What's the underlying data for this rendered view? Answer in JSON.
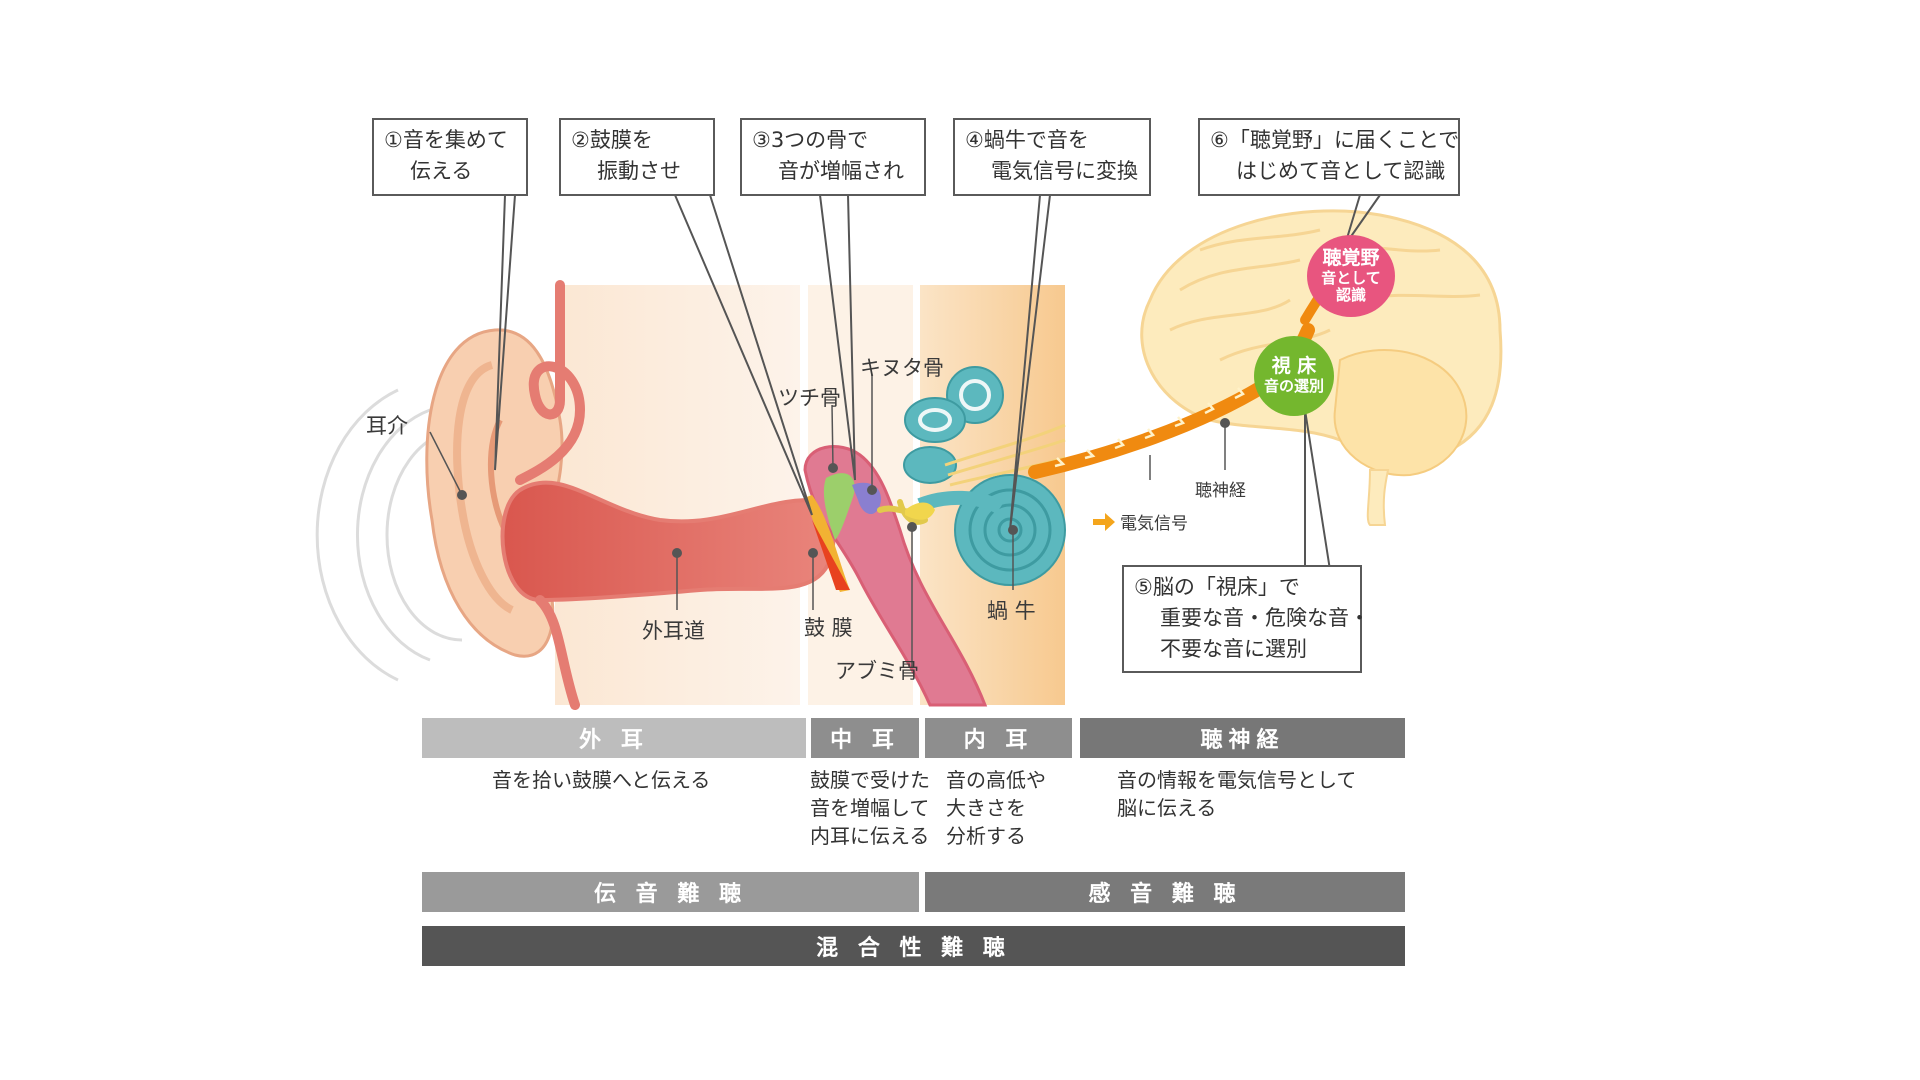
{
  "callouts": {
    "c1": {
      "line1": "①音を集めて",
      "line2": "伝える"
    },
    "c2": {
      "line1": "②鼓膜を",
      "line2": "振動させ"
    },
    "c3": {
      "line1": "③3つの骨で",
      "line2": "音が増幅され"
    },
    "c4": {
      "line1": "④蝸牛で音を",
      "line2": "電気信号に変換"
    },
    "c5": {
      "line1": "⑤脳の「視床」で",
      "line2": "重要な音・危険な音・",
      "line3": "不要な音に選別"
    },
    "c6": {
      "line1": "⑥「聴覚野」に届くことで",
      "line2": "はじめて音として認識"
    }
  },
  "labels": {
    "auricle": "耳介",
    "ear_canal": "外耳道",
    "eardrum": "鼓 膜",
    "malleus": "ツチ骨",
    "incus": "キヌタ骨",
    "stapes": "アブミ骨",
    "cochlea": "蝸 牛",
    "auditory_nerve": "聴神経",
    "electric_signal": "電気信号"
  },
  "brain": {
    "auditory_cortex": {
      "line1": "聴覚野",
      "line2": "音として",
      "line3": "認識"
    },
    "thalamus": {
      "line1": "視 床",
      "line2": "音の選別"
    }
  },
  "sections": [
    {
      "title": "外 耳",
      "desc": [
        "音を拾い鼓膜へと伝える"
      ]
    },
    {
      "title": "中 耳",
      "desc": [
        "鼓膜で受けた",
        "音を増幅して",
        "内耳に伝える"
      ]
    },
    {
      "title": "内 耳",
      "desc": [
        "音の高低や",
        "大きさを",
        "分析する"
      ]
    },
    {
      "title": "聴神経",
      "desc": [
        "音の情報を電気信号として",
        "脳に伝える"
      ]
    }
  ],
  "hearing_loss": {
    "conductive": "伝 音 難 聴",
    "sensorineural": "感 音 難 聴",
    "mixed": "混 合 性 難 聴"
  },
  "colors": {
    "outer_band": "#bdbdbd",
    "middle_band": "#8e8e8e",
    "inner_band": "#8e8e8e",
    "nerve_band": "#777777",
    "conductive_band": "#9a9a9a",
    "sensorineural_band": "#7a7a7a",
    "mixed_band": "#555555",
    "auditory_cortex": "#e8557f",
    "thalamus": "#74b72e",
    "signal": "#f08a10",
    "ear_tissue": "#e9837a",
    "cochlea": "#5cb8be"
  }
}
